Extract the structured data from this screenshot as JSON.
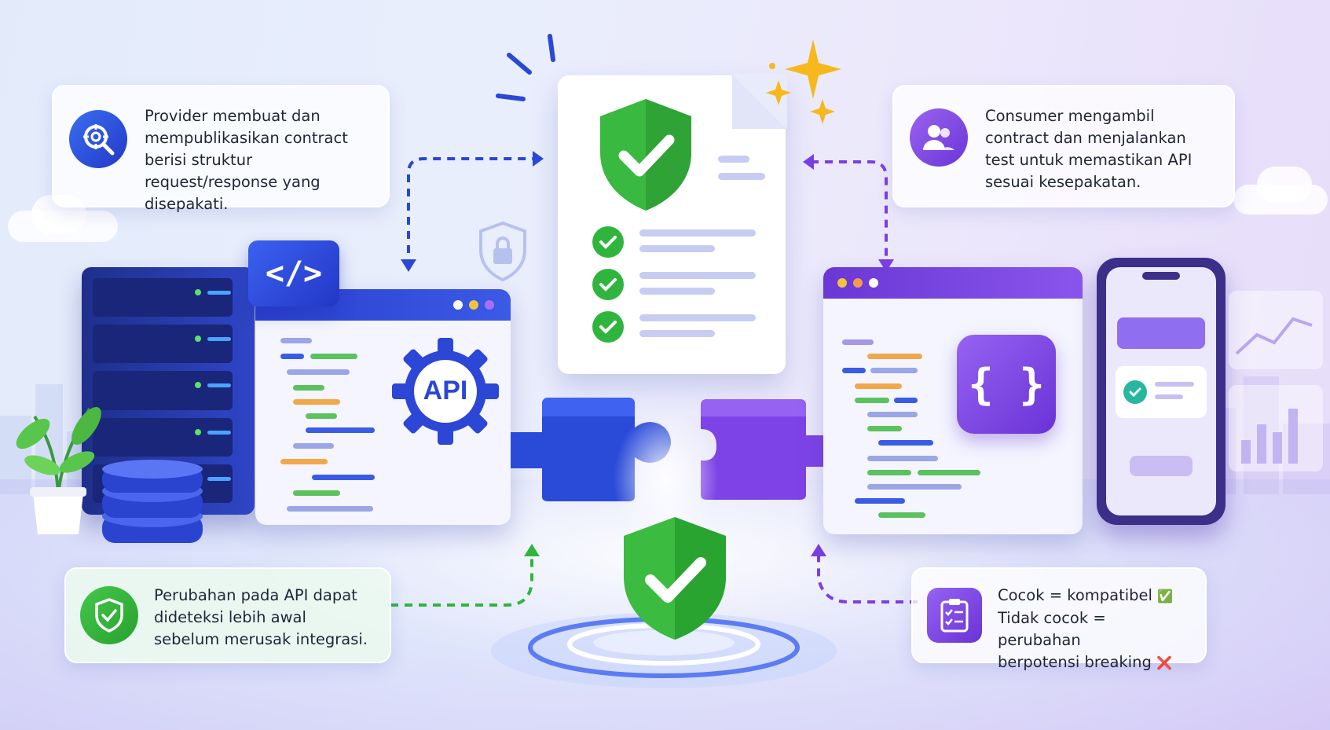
{
  "cards": {
    "provider": "Provider membuat dan mempublikasikan contract berisi struktur request/response yang disepakati.",
    "consumer": "Consumer mengambil contract dan menjalankan test untuk memastikan API sesuai kesepakatan.",
    "early_detection": "Perubahan pada API dapat dideteksi lebih awal sebelum merusak integrasi.",
    "result_line1": "Cocok = kompatibel",
    "result_line2": "Tidak cocok = perubahan",
    "result_line3": "berpotensi breaking"
  },
  "provider_window": {
    "code_icon": "</>",
    "api_label": "API"
  },
  "consumer_window": {
    "braces_label": "{ }"
  },
  "colors": {
    "provider_blue": "#2f46d6",
    "consumer_purple": "#7a3fe4",
    "success_green": "#2fb53e",
    "match_emoji": "✅",
    "mismatch_emoji": "❌"
  }
}
